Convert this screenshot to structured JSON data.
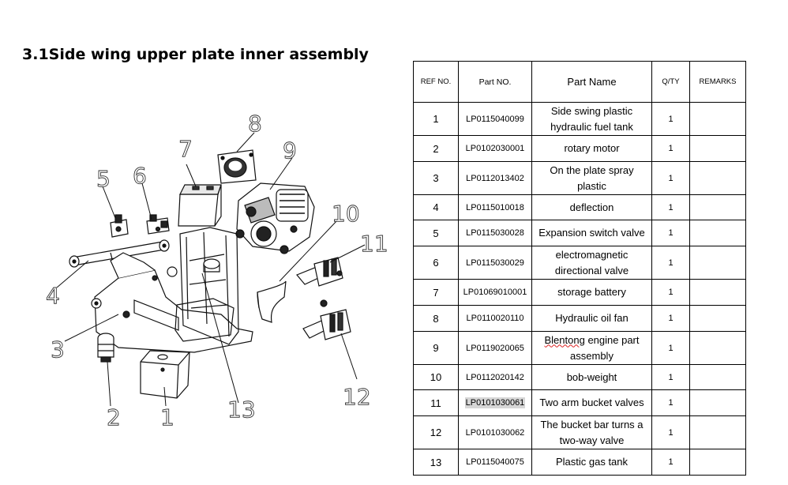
{
  "title": "3.1Side wing upper plate inner assembly",
  "diagram": {
    "callouts": [
      "1",
      "2",
      "3",
      "4",
      "5",
      "6",
      "7",
      "8",
      "9",
      "10",
      "11",
      "12",
      "13"
    ]
  },
  "table": {
    "headers": {
      "ref": "REF NO.",
      "part": "Part NO.",
      "name": "Part Name",
      "qty": "Q/TY",
      "remarks": "REMARKS"
    },
    "rows": [
      {
        "ref": "1",
        "part": "LP0115040099",
        "name": [
          "Side swing plastic",
          "hydraulic fuel tank"
        ],
        "qty": "1",
        "remarks": ""
      },
      {
        "ref": "2",
        "part": "LP0102030001",
        "name": [
          "rotary motor"
        ],
        "qty": "1",
        "remarks": ""
      },
      {
        "ref": "3",
        "part": "LP0112013402",
        "name": [
          "On the plate spray",
          "plastic"
        ],
        "qty": "1",
        "remarks": ""
      },
      {
        "ref": "4",
        "part": "LP0115010018",
        "name": [
          "deflection"
        ],
        "qty": "1",
        "remarks": ""
      },
      {
        "ref": "5",
        "part": "LP0115030028",
        "name": [
          "Expansion switch valve"
        ],
        "qty": "1",
        "remarks": ""
      },
      {
        "ref": "6",
        "part": "LP0115030029",
        "name": [
          "electromagnetic",
          "directional valve"
        ],
        "qty": "1",
        "remarks": ""
      },
      {
        "ref": "7",
        "part": "LP01069010001",
        "name": [
          "storage battery"
        ],
        "qty": "1",
        "remarks": ""
      },
      {
        "ref": "8",
        "part": "LP0110020110",
        "name": [
          "Hydraulic oil fan"
        ],
        "qty": "1",
        "remarks": ""
      },
      {
        "ref": "9",
        "part": "LP0119020065",
        "name": [
          "Blentong engine part",
          "assembly"
        ],
        "qty": "1",
        "remarks": ""
      },
      {
        "ref": "10",
        "part": "LP0112020142",
        "name": [
          "bob-weight"
        ],
        "qty": "1",
        "remarks": ""
      },
      {
        "ref": "11",
        "part": "LP0101030061",
        "name": [
          "Two arm bucket valves"
        ],
        "qty": "1",
        "remarks": ""
      },
      {
        "ref": "12",
        "part": "LP0101030062",
        "name": [
          "The bucket bar turns a",
          "two-way valve"
        ],
        "qty": "1",
        "remarks": ""
      },
      {
        "ref": "13",
        "part": "LP0115040075",
        "name": [
          "Plastic gas tank"
        ],
        "qty": "1",
        "remarks": ""
      }
    ]
  }
}
